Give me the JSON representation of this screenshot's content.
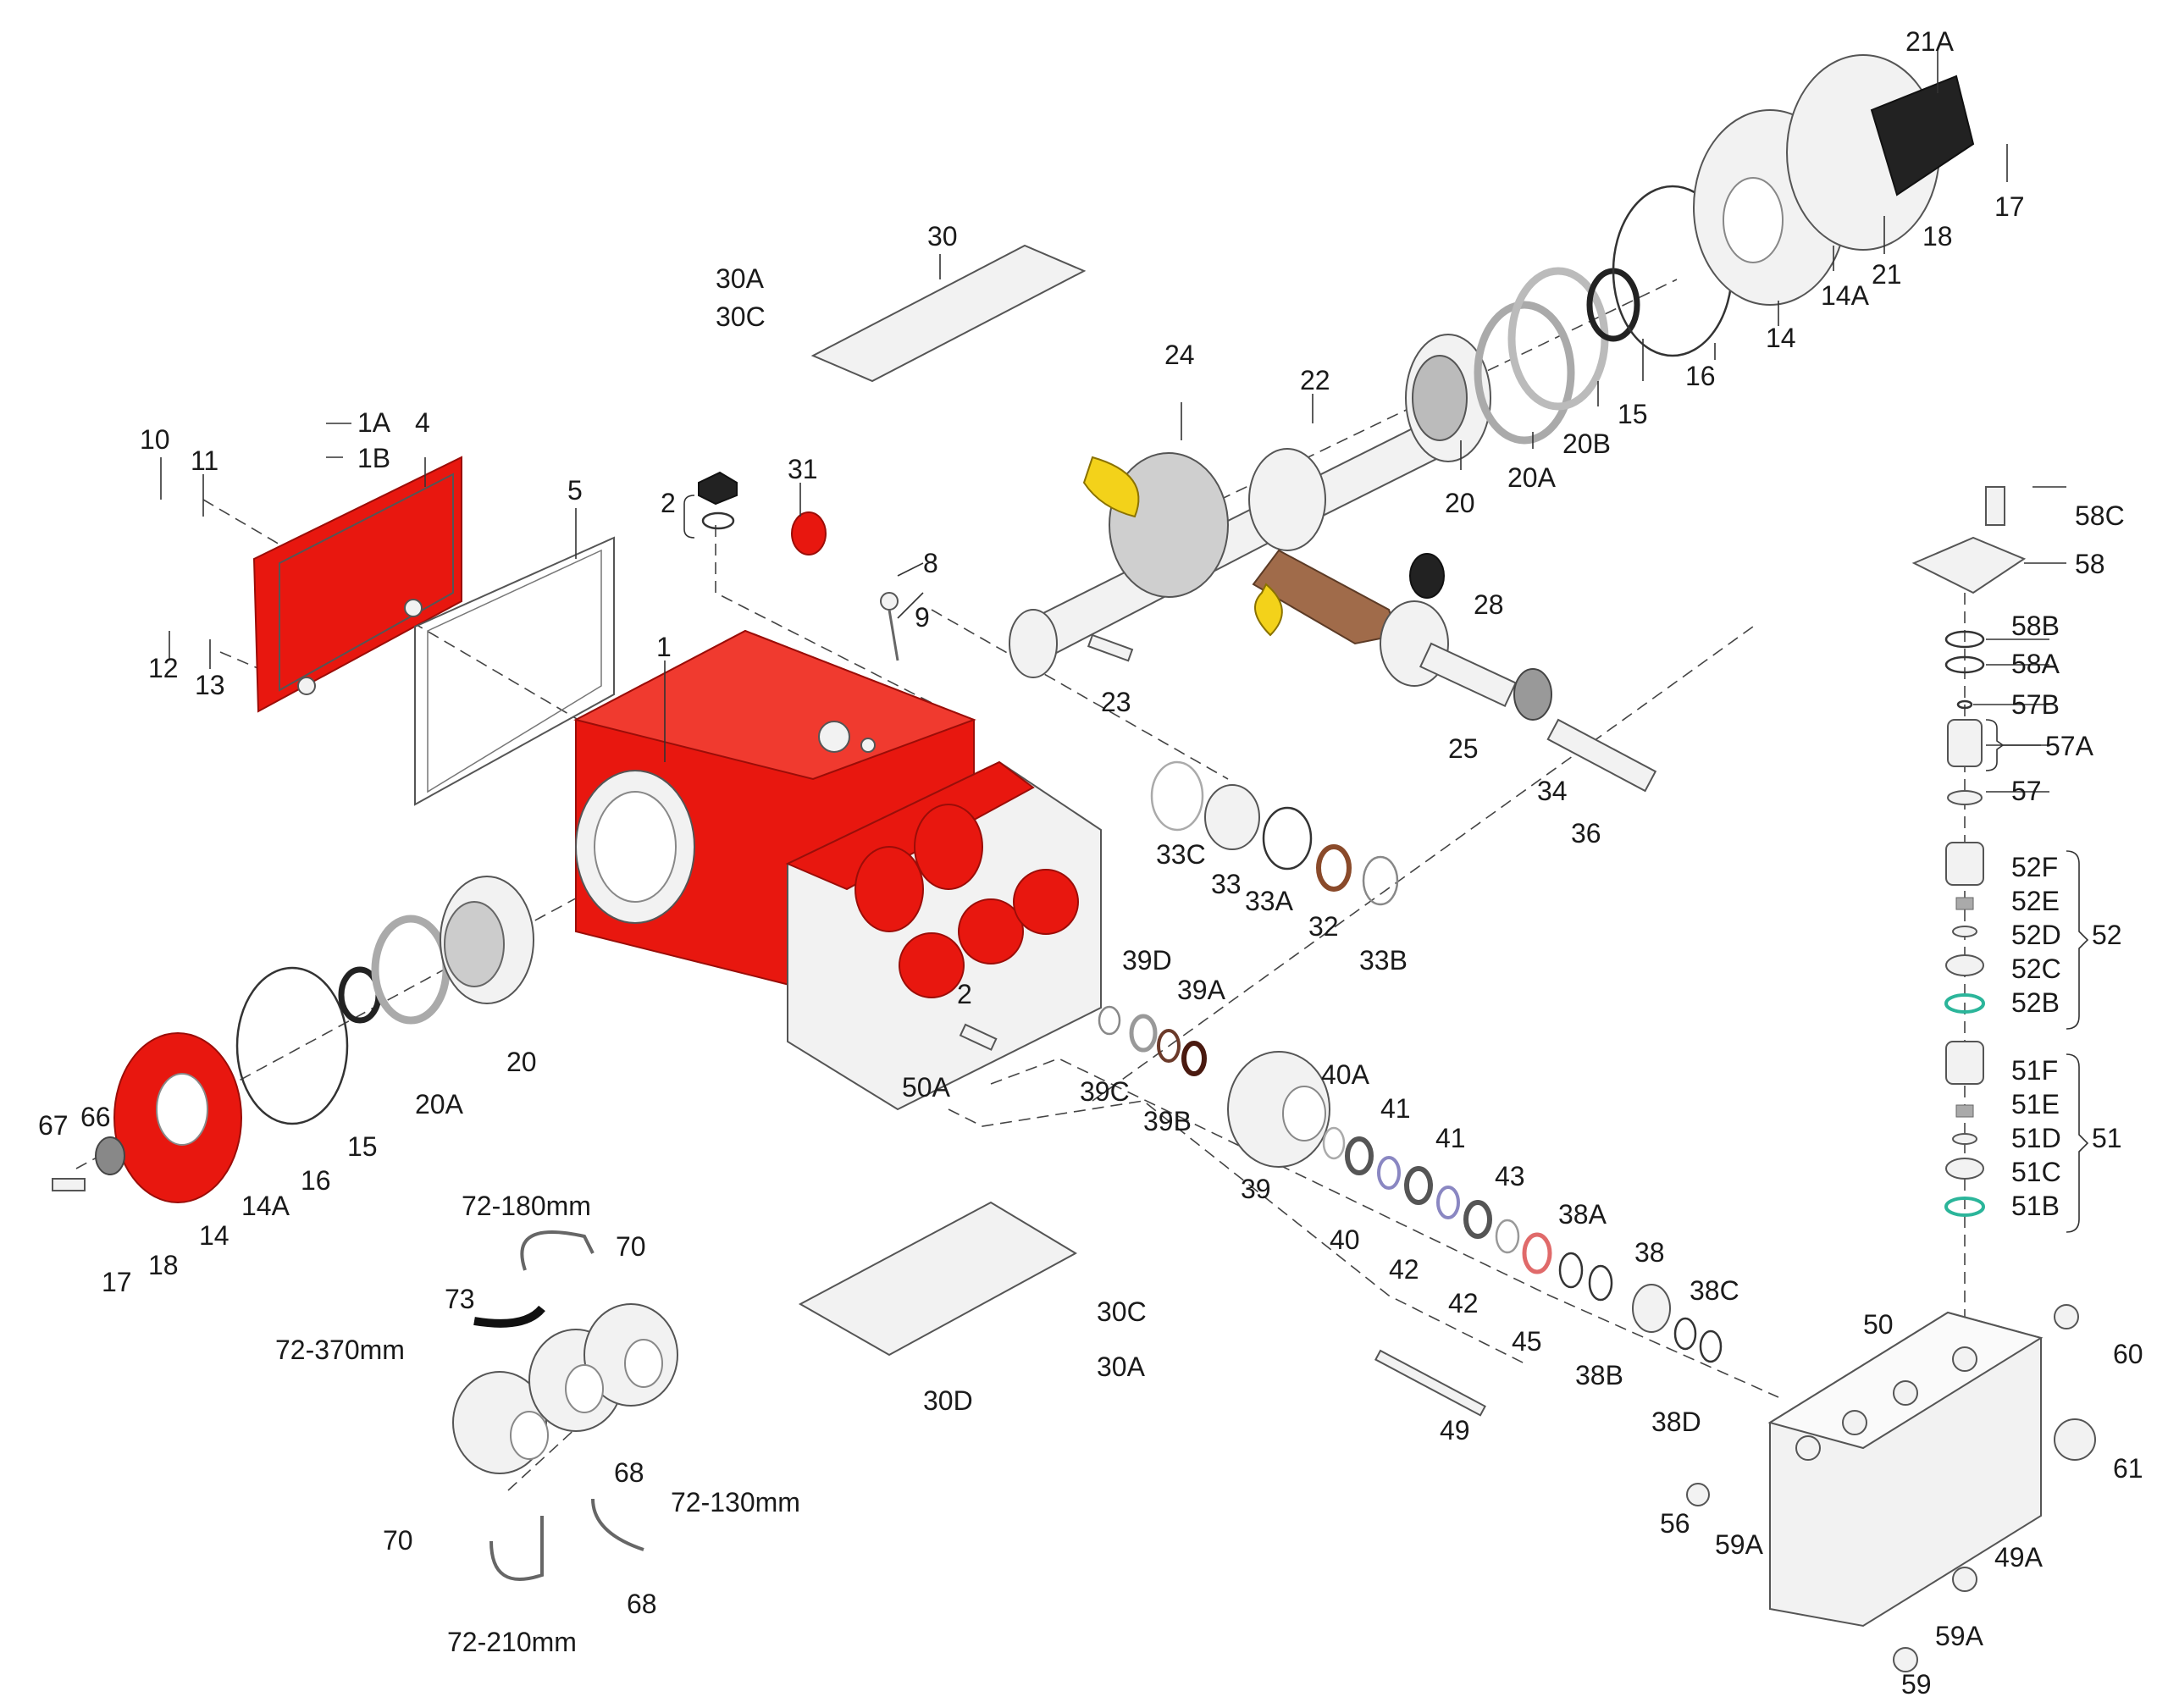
{
  "diagram": {
    "type": "exploded parts diagram",
    "colors": {
      "crankcase": "#e8170f",
      "bearing_cap": "#f3d21a",
      "connecting_rod": "#a06b4a",
      "o_ring_valve": "#2bb59a",
      "rubber": "#222222",
      "metal": "#f2f2f2"
    },
    "labels": {
      "p1": "1",
      "p1A": "1A",
      "p1B": "1B",
      "p2": "2",
      "p2b": "2",
      "p4": "4",
      "p5": "5",
      "p8": "8",
      "p9": "9",
      "p10": "10",
      "p11": "11",
      "p12": "12",
      "p13": "13",
      "p14": "14",
      "p14A": "14A",
      "p14b": "14",
      "p14Ab": "14A",
      "p15": "15",
      "p15b": "15",
      "p16": "16",
      "p16b": "16",
      "p17": "17",
      "p17b": "17",
      "p18": "18",
      "p18b": "18",
      "p20": "20",
      "p20b": "20",
      "p20A": "20A",
      "p20Ab": "20A",
      "p20B": "20B",
      "p21": "21",
      "p21A": "21A",
      "p22": "22",
      "p23": "23",
      "p24": "24",
      "p25": "25",
      "p28": "28",
      "p30": "30",
      "p30A": "30A",
      "p30C": "30C",
      "p30Ab": "30A",
      "p30Cb": "30C",
      "p30D": "30D",
      "p31": "31",
      "p32": "32",
      "p33": "33",
      "p33A": "33A",
      "p33B": "33B",
      "p33C": "33C",
      "p34": "34",
      "p36": "36",
      "p38": "38",
      "p38A": "38A",
      "p38B": "38B",
      "p38C": "38C",
      "p38D": "38D",
      "p39": "39",
      "p39A": "39A",
      "p39B": "39B",
      "p39C": "39C",
      "p39D": "39D",
      "p40": "40",
      "p40A": "40A",
      "p41": "41",
      "p41b": "41",
      "p42": "42",
      "p42b": "42",
      "p43": "43",
      "p45": "45",
      "p49": "49",
      "p49A": "49A",
      "p50": "50",
      "p50A": "50A",
      "p51": "51",
      "p51B": "51B",
      "p51C": "51C",
      "p51D": "51D",
      "p51E": "51E",
      "p51F": "51F",
      "p52": "52",
      "p52B": "52B",
      "p52C": "52C",
      "p52D": "52D",
      "p52E": "52E",
      "p52F": "52F",
      "p56": "56",
      "p57": "57",
      "p57A": "57A",
      "p57B": "57B",
      "p58": "58",
      "p58A": "58A",
      "p58B": "58B",
      "p58C": "58C",
      "p59": "59",
      "p59A": "59A",
      "p59Ab": "59A",
      "p60": "60",
      "p61": "61",
      "p66": "66",
      "p67": "67",
      "p68": "68",
      "p68b": "68",
      "p70": "70",
      "p70b": "70",
      "p72_180": "72-180mm",
      "p72_370": "72-370mm",
      "p72_130": "72-130mm",
      "p72_210": "72-210mm",
      "p73": "73"
    }
  }
}
